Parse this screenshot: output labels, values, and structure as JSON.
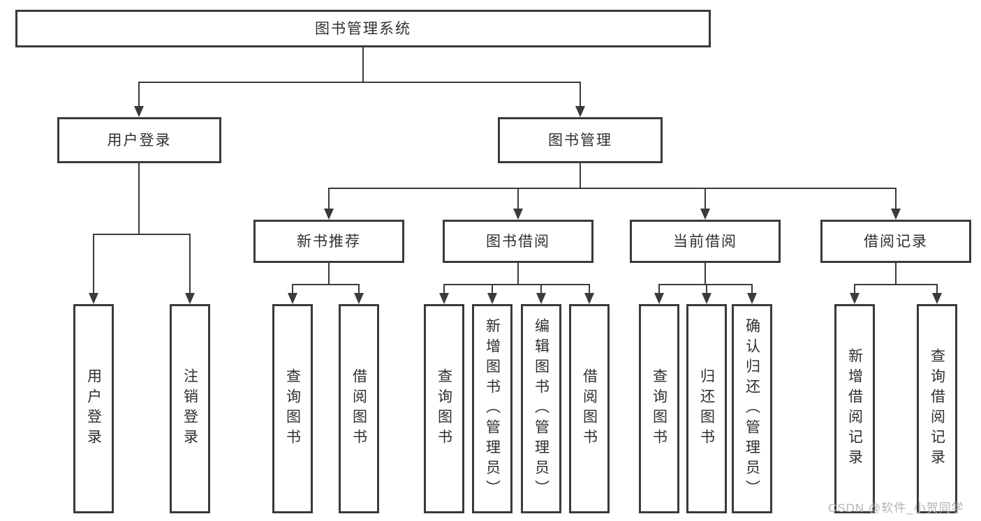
{
  "diagram": {
    "type": "tree",
    "colors": {
      "line": "#3a3a3a",
      "box_border": "#3a3a3a",
      "text": "#2f2f2f",
      "background": "#ffffff",
      "watermark": "#b3b3b3"
    },
    "nodes": {
      "root": "图书管理系统",
      "level2": [
        "用户登录",
        "图书管理"
      ],
      "level3": [
        "新书推荐",
        "图书借阅",
        "当前借阅",
        "借阅记录"
      ],
      "leaves_user": [
        "用户登录",
        "注销登录"
      ],
      "leaves_newbook": [
        "查询图书",
        "借阅图书"
      ],
      "leaves_borrow": [
        "查询图书",
        "新增图书（管理员）",
        "编辑图书（管理员）",
        "借阅图书"
      ],
      "leaves_current": [
        "查询图书",
        "归还图书",
        "确认归还（管理员）"
      ],
      "leaves_records": [
        "新增借阅记录",
        "查询借阅记录"
      ]
    },
    "watermark": "CSDN @软件_小贺同学"
  }
}
